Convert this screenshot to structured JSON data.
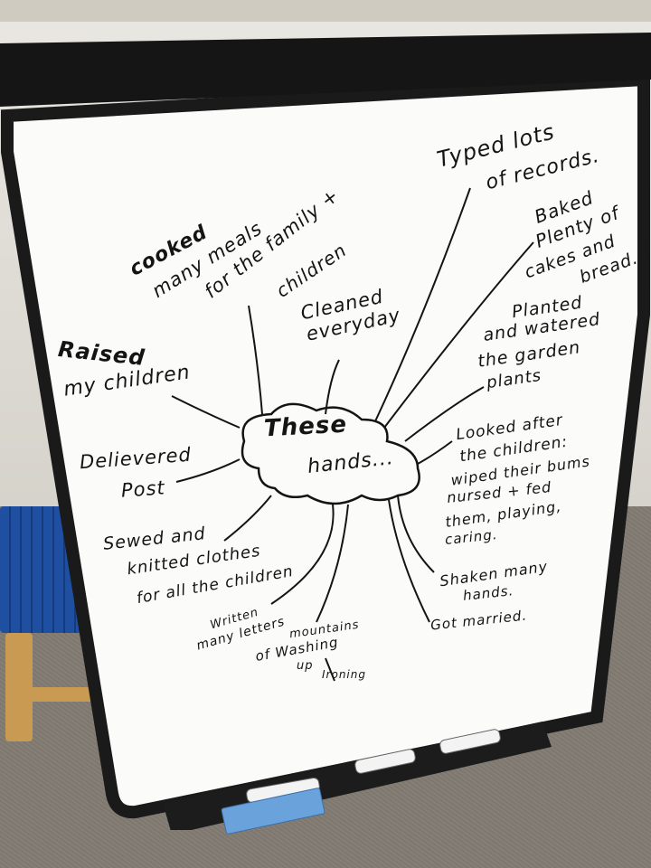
{
  "board": {
    "center_line1": "These",
    "center_line2": "hands...",
    "branches": {
      "typed": [
        "Typed lots",
        "of records."
      ],
      "cooked": [
        "cooked",
        "many meals",
        "for the family +",
        "children"
      ],
      "baked": [
        "Baked",
        "Plenty of",
        "cakes and",
        "bread."
      ],
      "cleaned": [
        "Cleaned",
        "everyday"
      ],
      "planted": [
        "Planted",
        "and watered",
        "the garden",
        "plants"
      ],
      "raised": [
        "Raised",
        "my children"
      ],
      "looked_after": [
        "Looked after",
        "the children:",
        "wiped their bums",
        "nursed + fed",
        "them, playing,",
        "caring."
      ],
      "delivered": [
        "Delievered",
        "Post"
      ],
      "sewed": [
        "Sewed and",
        "knitted clothes",
        "for all the children"
      ],
      "shaken": [
        "Shaken many",
        "hands."
      ],
      "written": [
        "Written",
        "many letters"
      ],
      "washing": [
        "mountains",
        "of Washing",
        "up"
      ],
      "married": [
        "Got married."
      ],
      "ironing": [
        "Ironing"
      ]
    }
  },
  "colors": {
    "ink": "#141414",
    "board": "#fbfbf9",
    "frame": "#1a1a1a",
    "stool_blue": "#1f4fa0",
    "stool_wood": "#c99b52",
    "eraser": "#6aa2dc"
  }
}
